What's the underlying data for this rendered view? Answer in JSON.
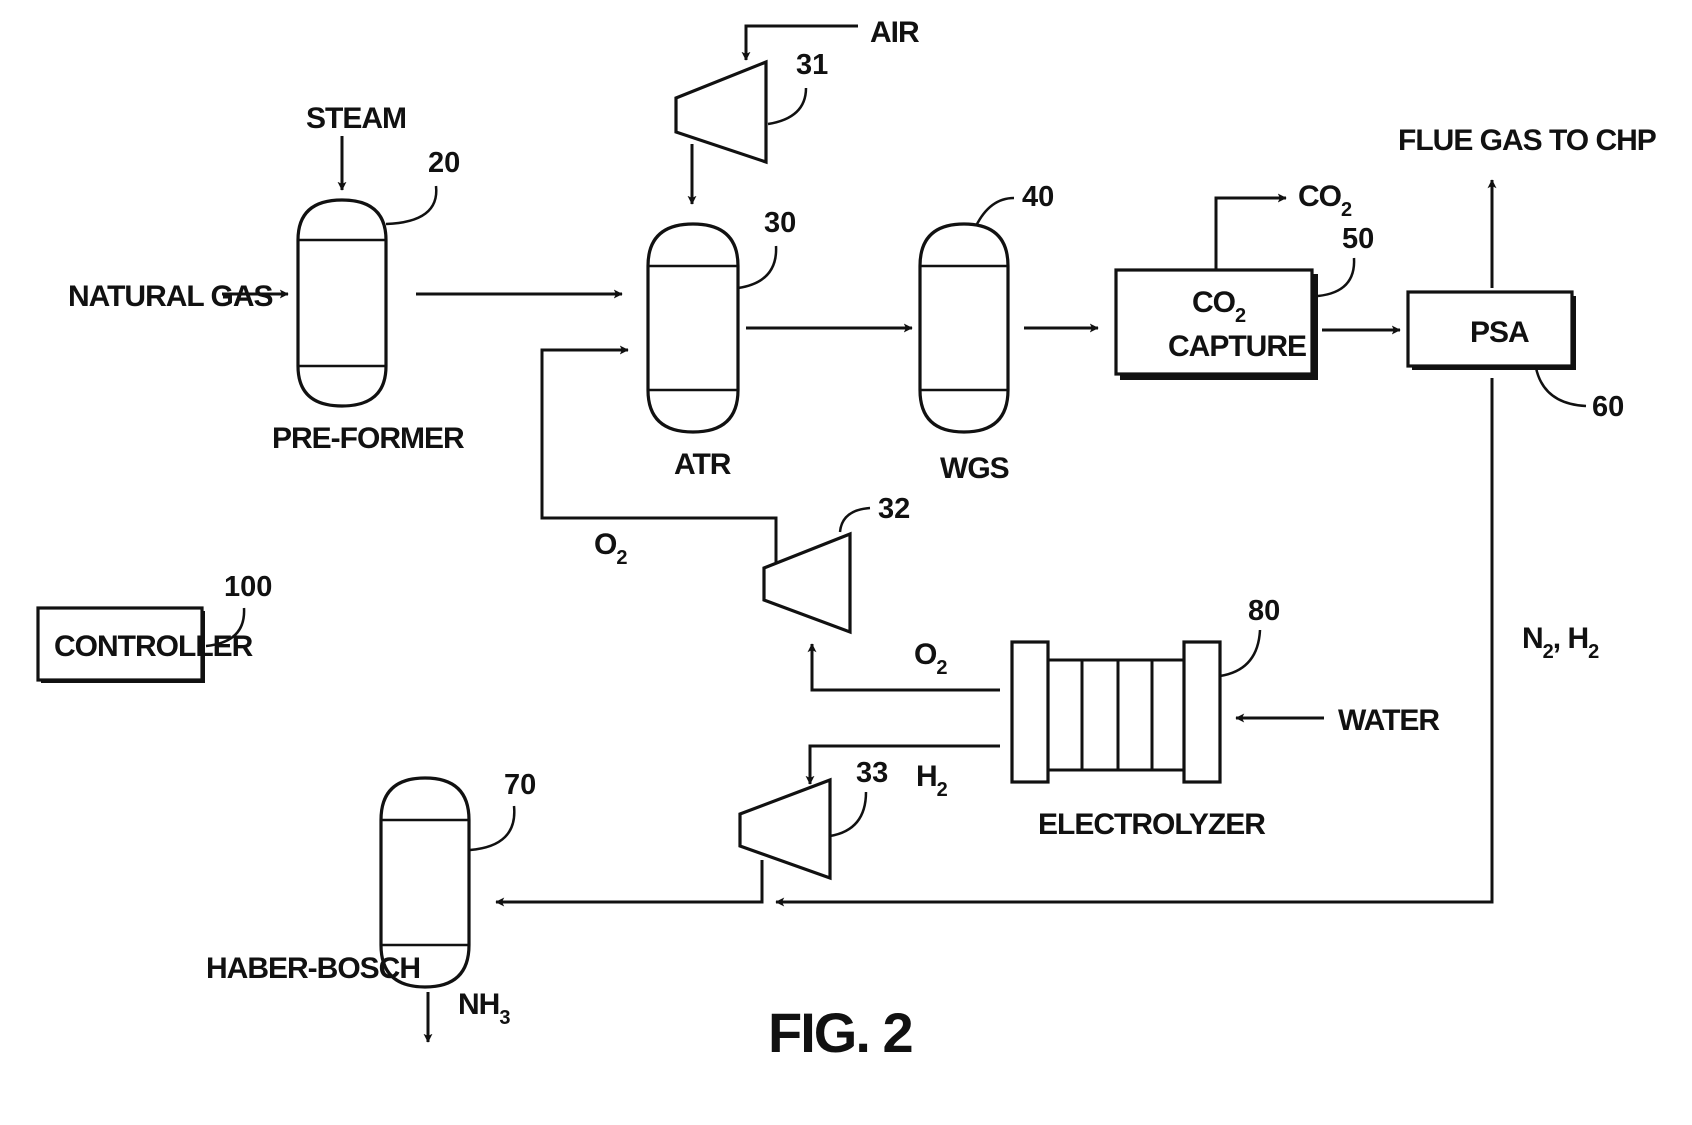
{
  "labels": {
    "natural_gas": "NATURAL GAS",
    "steam": "STEAM",
    "air": "AIR",
    "pre_former": "PRE-FORMER",
    "atr": "ATR",
    "wgs": "WGS",
    "co2_capture_line1_main": "CO",
    "co2_capture_line1_sub": "2",
    "co2_capture_line2": "CAPTURE",
    "co2_out_main": "CO",
    "co2_out_sub": "2",
    "flue_gas": "FLUE GAS TO CHP",
    "psa": "PSA",
    "controller": "CONTROLLER",
    "o2_upper_main": "O",
    "o2_upper_sub": "2",
    "o2_lower_main": "O",
    "o2_lower_sub": "2",
    "h2_main": "H",
    "h2_sub": "2",
    "water": "WATER",
    "electrolyzer": "ELECTROLYZER",
    "n2_main": "N",
    "n2_sub": "2",
    "h2_psa_main": "H",
    "h2_psa_sub": "2",
    "haber_bosch": "HABER-BOSCH",
    "nh3_main": "NH",
    "nh3_sub": "3",
    "figure_caption": "FIG. 2"
  },
  "reference_numerals": {
    "pre_former": "20",
    "atr": "30",
    "air_compressor": "31",
    "o2_compressor": "32",
    "h2_compressor": "33",
    "wgs": "40",
    "co2_capture": "50",
    "psa": "60",
    "haber_bosch": "70",
    "electrolyzer": "80",
    "controller": "100"
  }
}
